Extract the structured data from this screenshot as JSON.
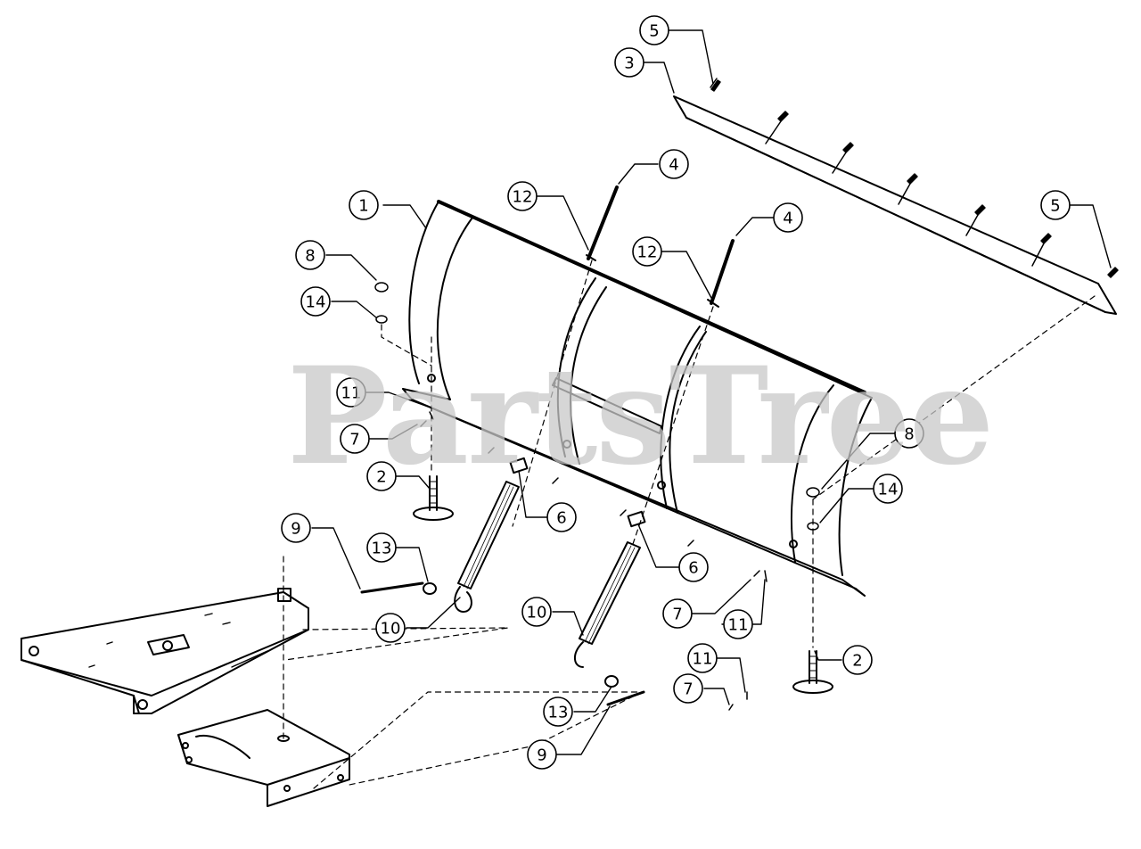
{
  "watermark": "PartsTree",
  "callouts": [
    {
      "id": "c5a",
      "label": "5"
    },
    {
      "id": "c3",
      "label": "3"
    },
    {
      "id": "c4a",
      "label": "4"
    },
    {
      "id": "c12a",
      "label": "12"
    },
    {
      "id": "c1",
      "label": "1"
    },
    {
      "id": "c4b",
      "label": "4"
    },
    {
      "id": "c12b",
      "label": "12"
    },
    {
      "id": "c5b",
      "label": "5"
    },
    {
      "id": "c8a",
      "label": "8"
    },
    {
      "id": "c14a",
      "label": "14"
    },
    {
      "id": "c11a",
      "label": "11"
    },
    {
      "id": "c7a",
      "label": "7"
    },
    {
      "id": "c8b",
      "label": "8"
    },
    {
      "id": "c2a",
      "label": "2"
    },
    {
      "id": "c6a",
      "label": "6"
    },
    {
      "id": "c14b",
      "label": "14"
    },
    {
      "id": "c9a",
      "label": "9"
    },
    {
      "id": "c13a",
      "label": "13"
    },
    {
      "id": "c6b",
      "label": "6"
    },
    {
      "id": "c10a",
      "label": "10"
    },
    {
      "id": "c10b",
      "label": "10"
    },
    {
      "id": "c7b",
      "label": "7"
    },
    {
      "id": "c11b",
      "label": "11"
    },
    {
      "id": "c11c",
      "label": "11"
    },
    {
      "id": "c2b",
      "label": "2"
    },
    {
      "id": "c7c",
      "label": "7"
    },
    {
      "id": "c13b",
      "label": "13"
    },
    {
      "id": "c9b",
      "label": "9"
    }
  ]
}
